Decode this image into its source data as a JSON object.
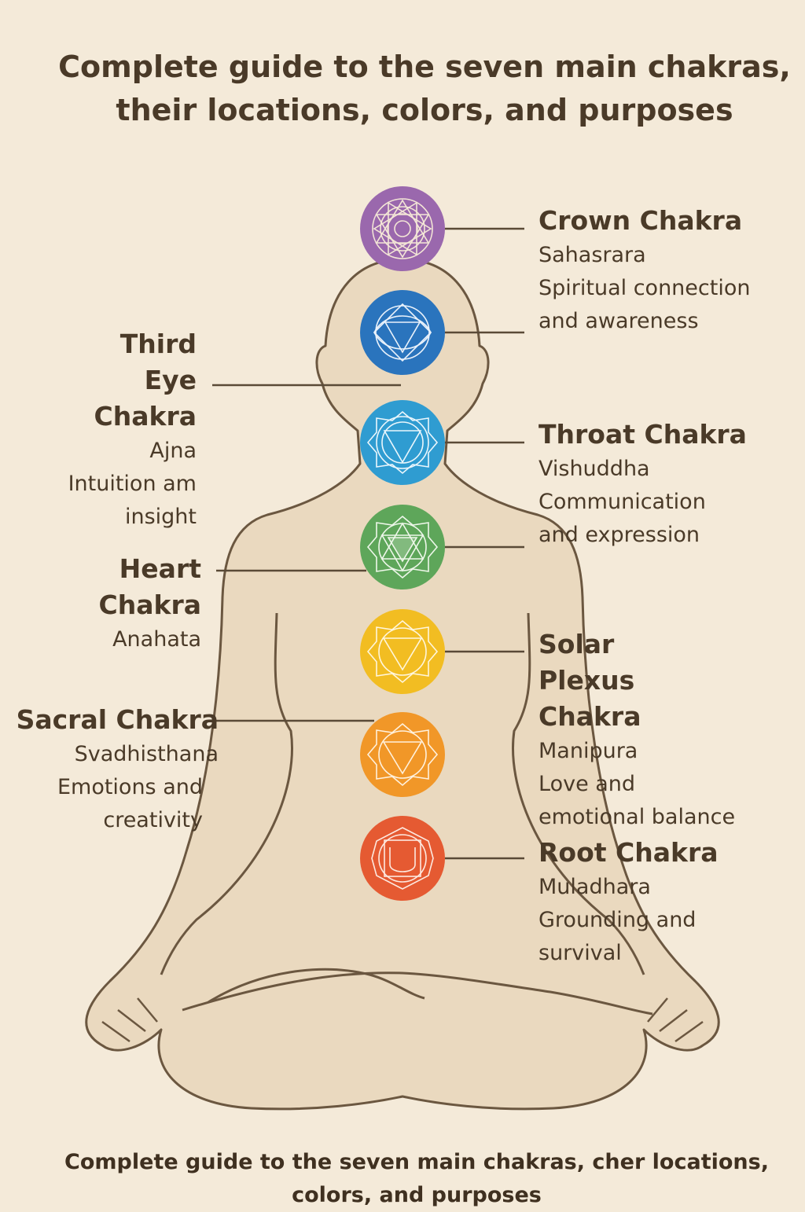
{
  "title": "Complete guide to the seven main chakras, their locations, colors, and purposes",
  "footer": "Complete guide to the seven main chakras, cher locations, colors, and purposes",
  "chakras": {
    "crown": {
      "name": "Crown Chakra",
      "sanskrit": "Sahasrara",
      "purpose": "Spiritual connection and awareness",
      "color": "#9a68ad"
    },
    "third_eye": {
      "name": "Third Eye Chakra",
      "sanskrit": "Ajna",
      "purpose": "Intuition am insight",
      "color": "#2a74bd"
    },
    "throat": {
      "name": "Throat Chakra",
      "sanskrit": "Vishuddha",
      "purpose": "Communication and expression",
      "color": "#2f9cd1"
    },
    "heart": {
      "name": "Heart Chakra",
      "sanskrit": "Anahata",
      "color": "#5ea65a"
    },
    "solar_plexus": {
      "name": "Solar Plexus Chakra",
      "sanskrit": "Manipura",
      "purpose": "Love and emotional balance",
      "color": "#f2bd22"
    },
    "sacral": {
      "name": "Sacral Chakra",
      "sanskrit": "Svadhisthana",
      "purpose": "Emotions and creativity",
      "color": "#f19728"
    },
    "root": {
      "name": "Root Chakra",
      "sanskrit": "Muladhara",
      "purpose": "Grounding and survival",
      "color": "#e55a32"
    }
  },
  "colors": {
    "background": "#f4ead9",
    "body_fill": "#ead9bf",
    "outline": "#6b5740"
  }
}
